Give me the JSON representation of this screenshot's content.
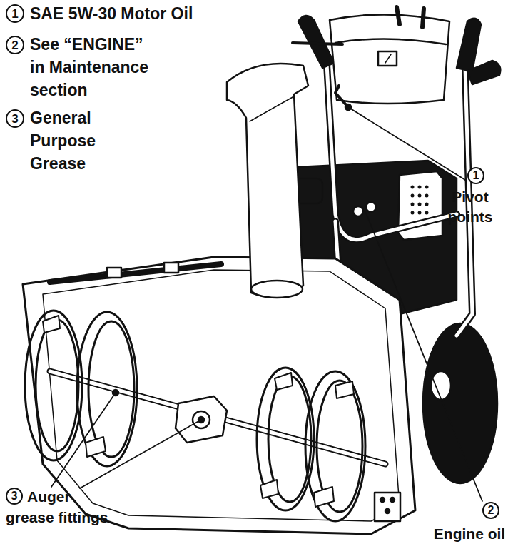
{
  "diagram": {
    "labels": [
      "1",
      "SAE 5W-30 Motor Oil",
      "2",
      "See “ENGINE” in Maintenance section",
      "3",
      "General Purpose Grease",
      "1",
      "Pivot points",
      "2",
      "Engine oil",
      "3",
      "Auger grease fittings"
    ]
  }
}
